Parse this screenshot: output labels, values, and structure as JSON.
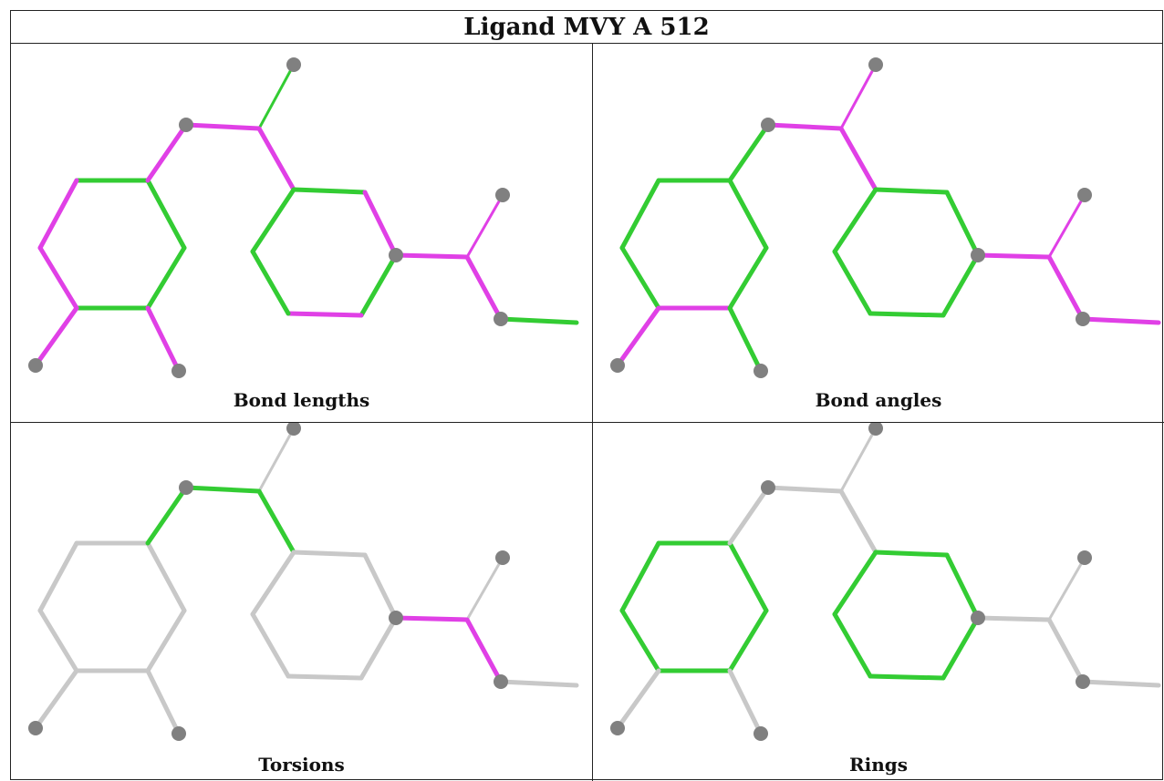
{
  "title": "Ligand MVY A 512",
  "colors": {
    "green": "#33cc33",
    "magenta": "#e040e6",
    "grey": "#c8c8c8",
    "atom": "#808080"
  },
  "panels": [
    {
      "caption": "Bond lengths"
    },
    {
      "caption": "Bond angles"
    },
    {
      "caption": "Torsions"
    },
    {
      "caption": "Rings"
    }
  ]
}
